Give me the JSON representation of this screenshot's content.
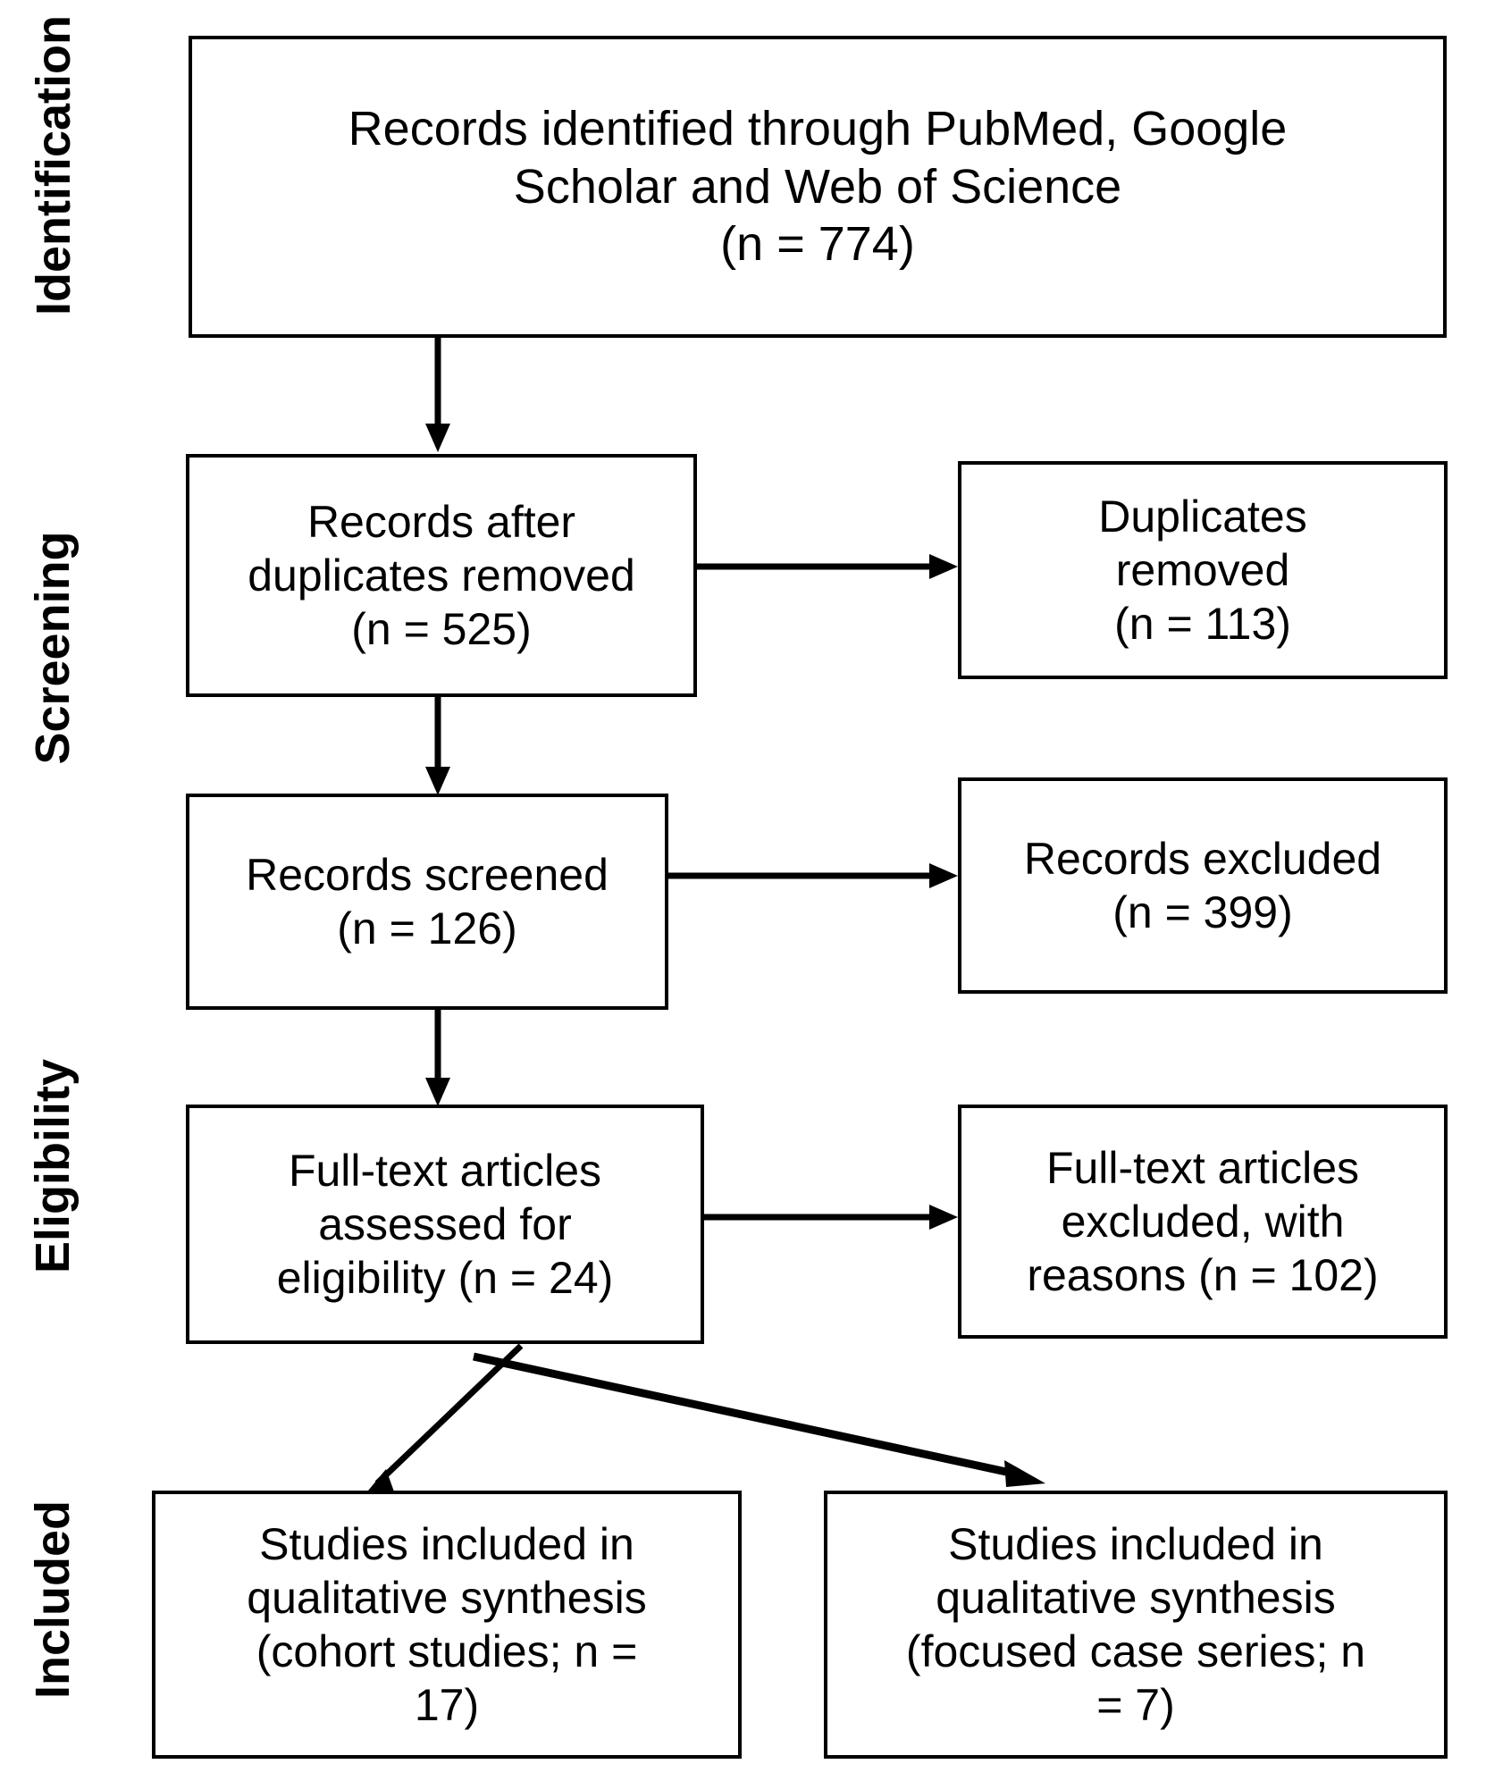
{
  "diagram": {
    "type": "prisma-flow-diagram",
    "stages": [
      {
        "id": "identification",
        "label": "Identification"
      },
      {
        "id": "screening",
        "label": "Screening"
      },
      {
        "id": "eligibility",
        "label": "Eligibility"
      },
      {
        "id": "included",
        "label": "Included"
      }
    ],
    "boxes": {
      "identified": {
        "text": "Records identified through PubMed, Google Scholar and Web of Science (n = 774)",
        "lines": [
          "Records identified through PubMed, Google",
          "Scholar and Web of Science",
          "(n = 774)"
        ],
        "count": 774
      },
      "after_duplicates": {
        "text": "Records after duplicates removed (n = 525)",
        "lines": [
          "Records after",
          "duplicates removed",
          "(n = 525)"
        ],
        "count": 525
      },
      "duplicates_removed": {
        "text": "Duplicates removed (n = 113)",
        "lines": [
          "Duplicates",
          "removed",
          "(n = 113)"
        ],
        "count": 113
      },
      "records_screened": {
        "text": "Records screened (n = 126)",
        "lines": [
          "Records screened",
          "(n = 126)"
        ],
        "count": 126
      },
      "records_excluded": {
        "text": "Records excluded (n = 399)",
        "lines": [
          "Records excluded",
          "(n = 399)"
        ],
        "count": 399
      },
      "fulltext_assessed": {
        "text": "Full-text articles assessed for eligibility (n = 24)",
        "lines": [
          "Full-text articles",
          "assessed for",
          "eligibility (n = 24)"
        ],
        "count": 24
      },
      "fulltext_excluded": {
        "text": "Full-text articles excluded, with reasons (n = 102)",
        "lines": [
          "Full-text articles",
          "excluded, with",
          "reasons (n = 102)"
        ],
        "count": 102
      },
      "included_cohort": {
        "text": "Studies included in qualitative synthesis (cohort studies; n = 17)",
        "lines": [
          "Studies included in",
          "qualitative synthesis",
          "(cohort studies; n =",
          "17)"
        ],
        "count": 17
      },
      "included_case_series": {
        "text": "Studies included in qualitative synthesis (focused case series; n = 7)",
        "lines": [
          "Studies included in",
          "qualitative synthesis",
          "(focused case series; n",
          "= 7)"
        ],
        "count": 7
      }
    },
    "connectors": [
      {
        "id": "identified-to-after-duplicates",
        "from": "identified",
        "to": "after_duplicates",
        "direction": "down"
      },
      {
        "id": "after-duplicates-to-duplicates-removed",
        "from": "after_duplicates",
        "to": "duplicates_removed",
        "direction": "right"
      },
      {
        "id": "after-duplicates-to-records-screened",
        "from": "after_duplicates",
        "to": "records_screened",
        "direction": "down"
      },
      {
        "id": "records-screened-to-records-excluded",
        "from": "records_screened",
        "to": "records_excluded",
        "direction": "right"
      },
      {
        "id": "records-screened-to-fulltext-assessed",
        "from": "records_screened",
        "to": "fulltext_assessed",
        "direction": "down"
      },
      {
        "id": "fulltext-assessed-to-fulltext-excluded",
        "from": "fulltext_assessed",
        "to": "fulltext_excluded",
        "direction": "right"
      },
      {
        "id": "fulltext-assessed-to-included-cohort",
        "from": "fulltext_assessed",
        "to": "included_cohort",
        "direction": "diagonal-left"
      },
      {
        "id": "fulltext-assessed-to-included-case-series",
        "from": "fulltext_assessed",
        "to": "included_case_series",
        "direction": "diagonal-right"
      }
    ],
    "colors": {
      "background": "#ffffff",
      "stroke": "#000000",
      "text": "#000000"
    }
  }
}
